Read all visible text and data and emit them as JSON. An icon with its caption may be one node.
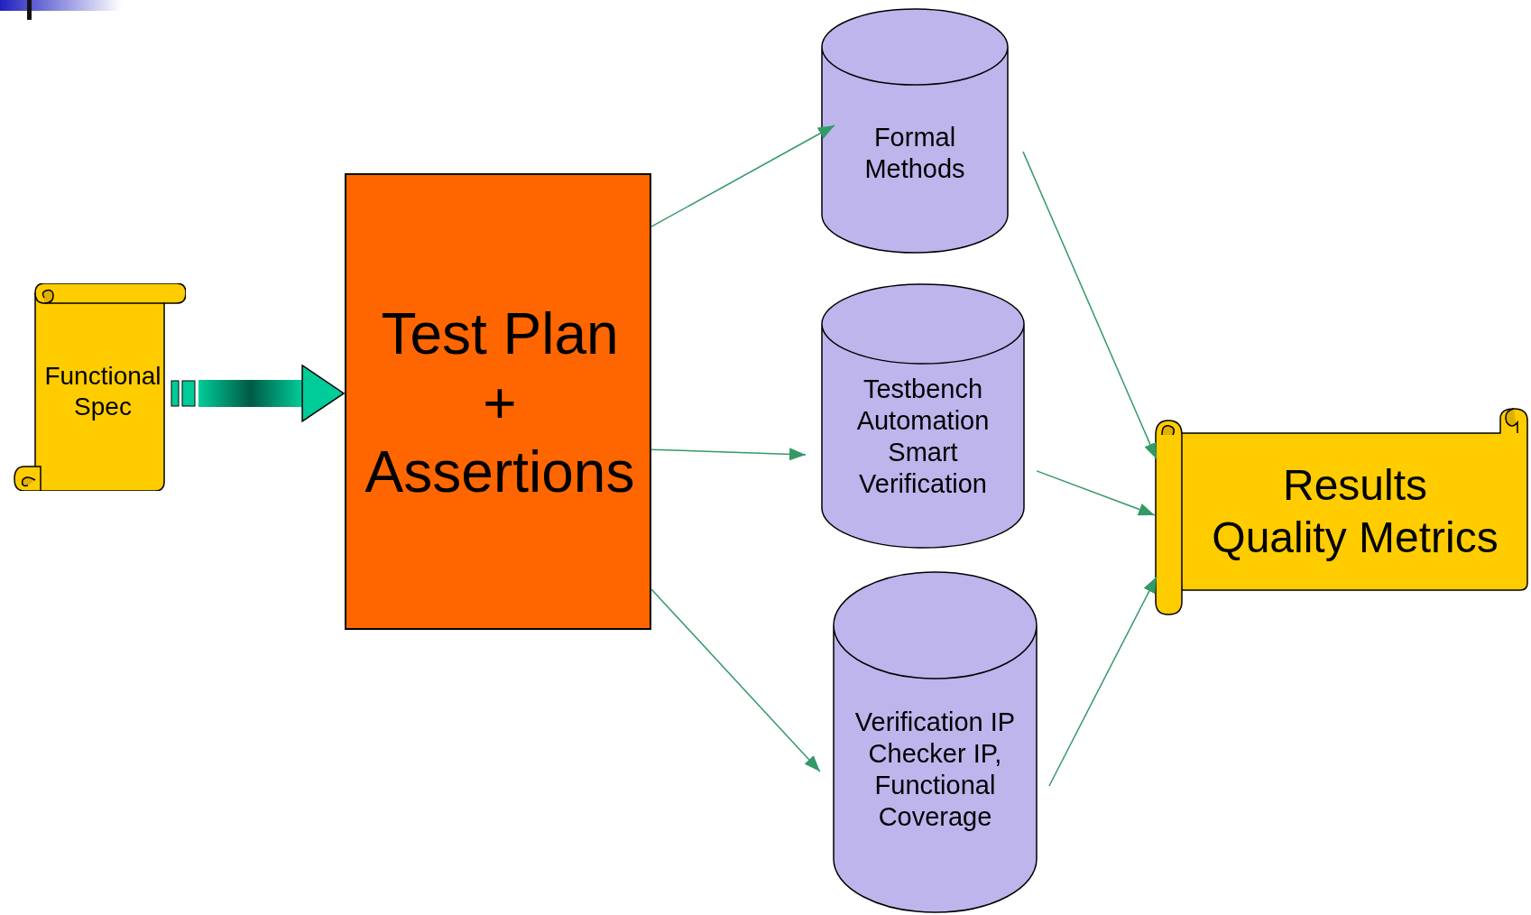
{
  "diagram": {
    "nodes": [
      {
        "text": [
          "Functional Spec"
        ]
      },
      {
        "text": [
          "Test Plan + Assertions"
        ]
      },
      {
        "text": [
          "Formal Methods"
        ]
      },
      {
        "text": [
          "Testbench Automation Smart Verification"
        ]
      },
      {
        "text": [
          "Verification IP Checker IP, Functional Coverage"
        ]
      },
      {
        "text": [
          "Results",
          "Quality Metrics"
        ]
      }
    ],
    "edges": [
      {
        "from": 0,
        "to": 1,
        "arrow": "to",
        "style": "thick",
        "color": "#00cc99"
      },
      {
        "from": 1,
        "to": 2,
        "arrow": "to"
      },
      {
        "from": 1,
        "to": 3,
        "arrow": "to"
      },
      {
        "from": 1,
        "to": 4,
        "arrow": "to"
      },
      {
        "from": 2,
        "to": 5,
        "arrow": "to"
      },
      {
        "from": 3,
        "to": 5,
        "arrow": "to"
      },
      {
        "from": 4,
        "to": 5,
        "arrow": "to"
      }
    ]
  }
}
